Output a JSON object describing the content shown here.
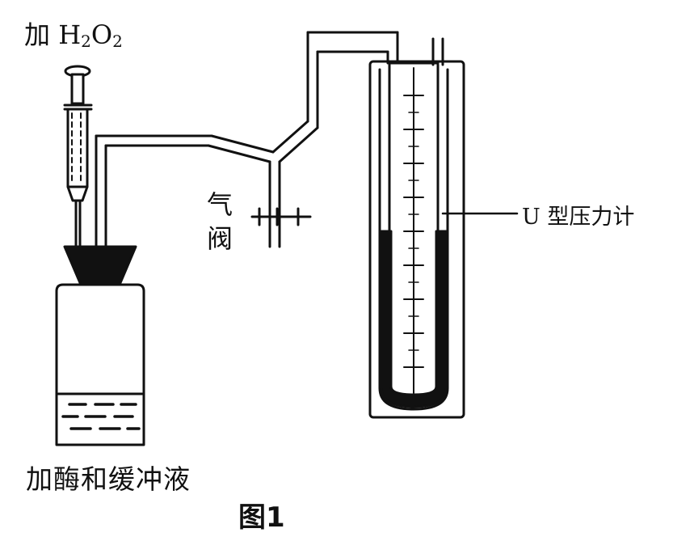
{
  "labels": {
    "add_prefix": "加",
    "h2o2_h": "H",
    "h2o2_sub1": "2",
    "h2o2_o": "O",
    "h2o2_sub2": "2",
    "valve_line1": "气",
    "valve_line2": "阀",
    "u_gauge": "U 型压力计",
    "enzyme_buffer": "加酶和缓冲液",
    "figure_caption": "图1"
  },
  "colors": {
    "ink": "#111111",
    "background": "#ffffff"
  },
  "icons": {
    "syringe": "syringe-icon",
    "stopper": "stopper-icon",
    "bottle": "bottle-icon",
    "valve": "valve-icon",
    "manometer": "u-tube-manometer-icon"
  }
}
